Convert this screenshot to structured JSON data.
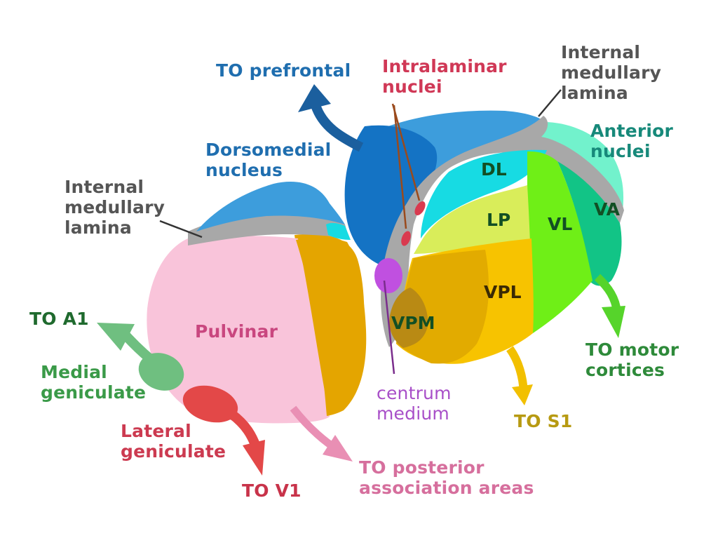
{
  "title": "Thalamic nuclei and their cortical projections",
  "colors": {
    "pulvinar": "#f9c4da",
    "pulvinar_text": "#c9477f",
    "dorsomedial_light": "#3d9ddc",
    "dorsomedial_dark": "#1473c4",
    "dorsomedial_text": "#1f6eaf",
    "lamina": "#a8a8a8",
    "lamina_text": "#555555",
    "anterior": "#72f2cc",
    "anterior_text": "#17897a",
    "dl": "#17dbe3",
    "lp": "#d9ed5a",
    "vl": "#6fef17",
    "va": "#12c486",
    "vpl": "#f7c300",
    "vpm": "#b98a14",
    "vp_mid": "#e2ab00",
    "lateral_strip": "#e4a500",
    "intralaminar": "#d93a4f",
    "intralaminar_text": "#d03856",
    "centrum": "#c050e0",
    "centrum_text": "#a84fc8",
    "medial_geniculate": "#6fbf80",
    "medial_geniculate_text": "#3a9a48",
    "lateral_geniculate": "#e34848",
    "lateral_geniculate_text": "#cc3a50",
    "motor_arrow": "#56d42b",
    "motor_text": "#2e8a3a",
    "s1_arrow": "#f2c000",
    "s1_text": "#b79a12",
    "posterior_arrow": "#e98fb4",
    "posterior_text": "#d66f9d",
    "prefrontal_arrow": "#1b5f9e",
    "a1_text": "#1f6a2e",
    "v1_text": "#c8334a",
    "nucleus_text": "#124f24"
  },
  "labels": {
    "to_prefrontal": "TO prefrontal",
    "intralaminar": "Intralaminar\nnuclei",
    "internal_lamina_right": "Internal\nmedullary\nlamina",
    "anterior": "Anterior\nnuclei",
    "dorsomedial": "Dorsomedial\nnucleus",
    "internal_lamina_left": "Internal\nmedullary\nlamina",
    "to_a1": "TO A1",
    "medial_geniculate": "Medial\ngeniculate",
    "lateral_geniculate": "Lateral\ngeniculate",
    "to_v1": "TO V1",
    "to_posterior": "TO posterior\nassociation areas",
    "centrum_medium": "centrum\nmedium",
    "to_s1": "TO S1",
    "to_motor": "TO motor\ncortices",
    "pulvinar": "Pulvinar"
  },
  "nuclei": {
    "dl": "DL",
    "lp": "LP",
    "vl": "VL",
    "va": "VA",
    "vpl": "VPL",
    "vpm": "VPM"
  }
}
